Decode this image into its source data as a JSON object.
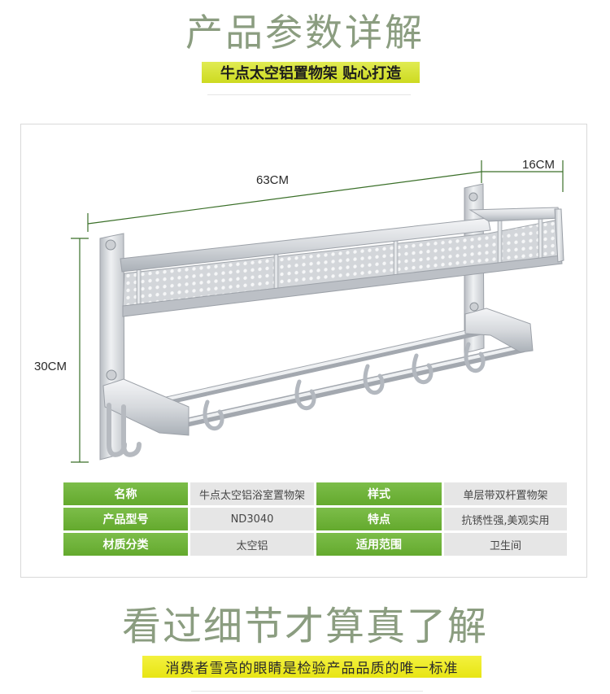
{
  "header": {
    "title": "产品参数详解",
    "banner": "牛点太空铝置物架 贴心打造"
  },
  "diagram": {
    "dimensions": {
      "length": "63CM",
      "depth": "16CM",
      "height": "30CM"
    }
  },
  "spec_table": {
    "rows": [
      [
        {
          "label": "名称",
          "value": "牛点太空铝浴室置物架"
        },
        {
          "label": "样式",
          "value": "单层带双杆置物架"
        }
      ],
      [
        {
          "label": "产品型号",
          "value": "ND3040"
        },
        {
          "label": "特点",
          "value": "抗锈性强,美观实用"
        }
      ],
      [
        {
          "label": "材质分类",
          "value": "太空铝"
        },
        {
          "label": "适用范围",
          "value": "卫生间"
        }
      ]
    ]
  },
  "footer": {
    "title": "看过细节才算真了解",
    "banner": "消费者雪亮的眼睛是检验产品品质的唯一标准"
  },
  "colors": {
    "heading_text": "#8b9d80",
    "spec_label_green": "#6ab430",
    "top_banner_yellow_green": "#d8e622",
    "bottom_banner_yellow": "#f1ee14",
    "dimension_line_green": "#3a6f28"
  }
}
